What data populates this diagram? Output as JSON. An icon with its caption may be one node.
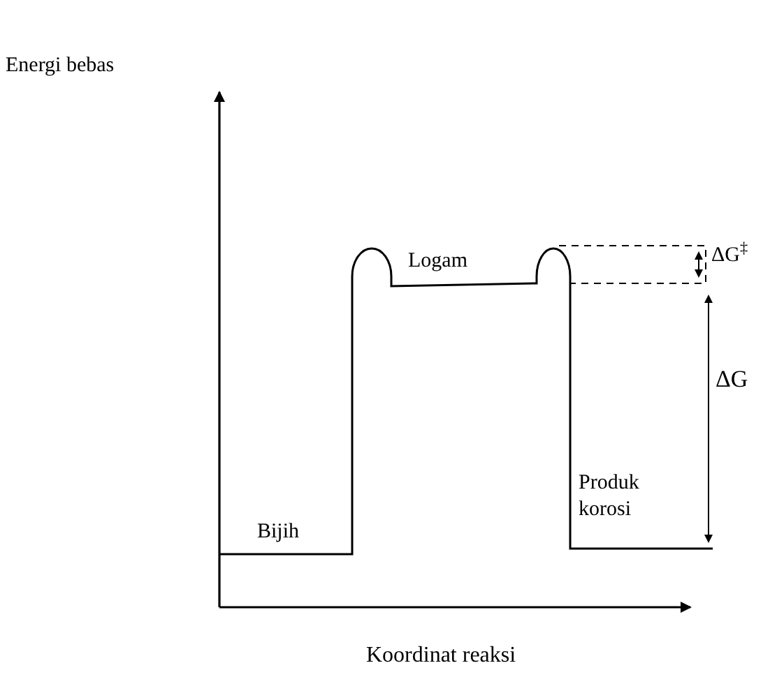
{
  "diagram": {
    "labels": [
      "Energi bebas",
      "Logam",
      "ΔG$^{‡}$",
      "ΔG",
      "Bijih",
      "Produk korosi",
      "Koordinat reaksi"
    ]
  }
}
